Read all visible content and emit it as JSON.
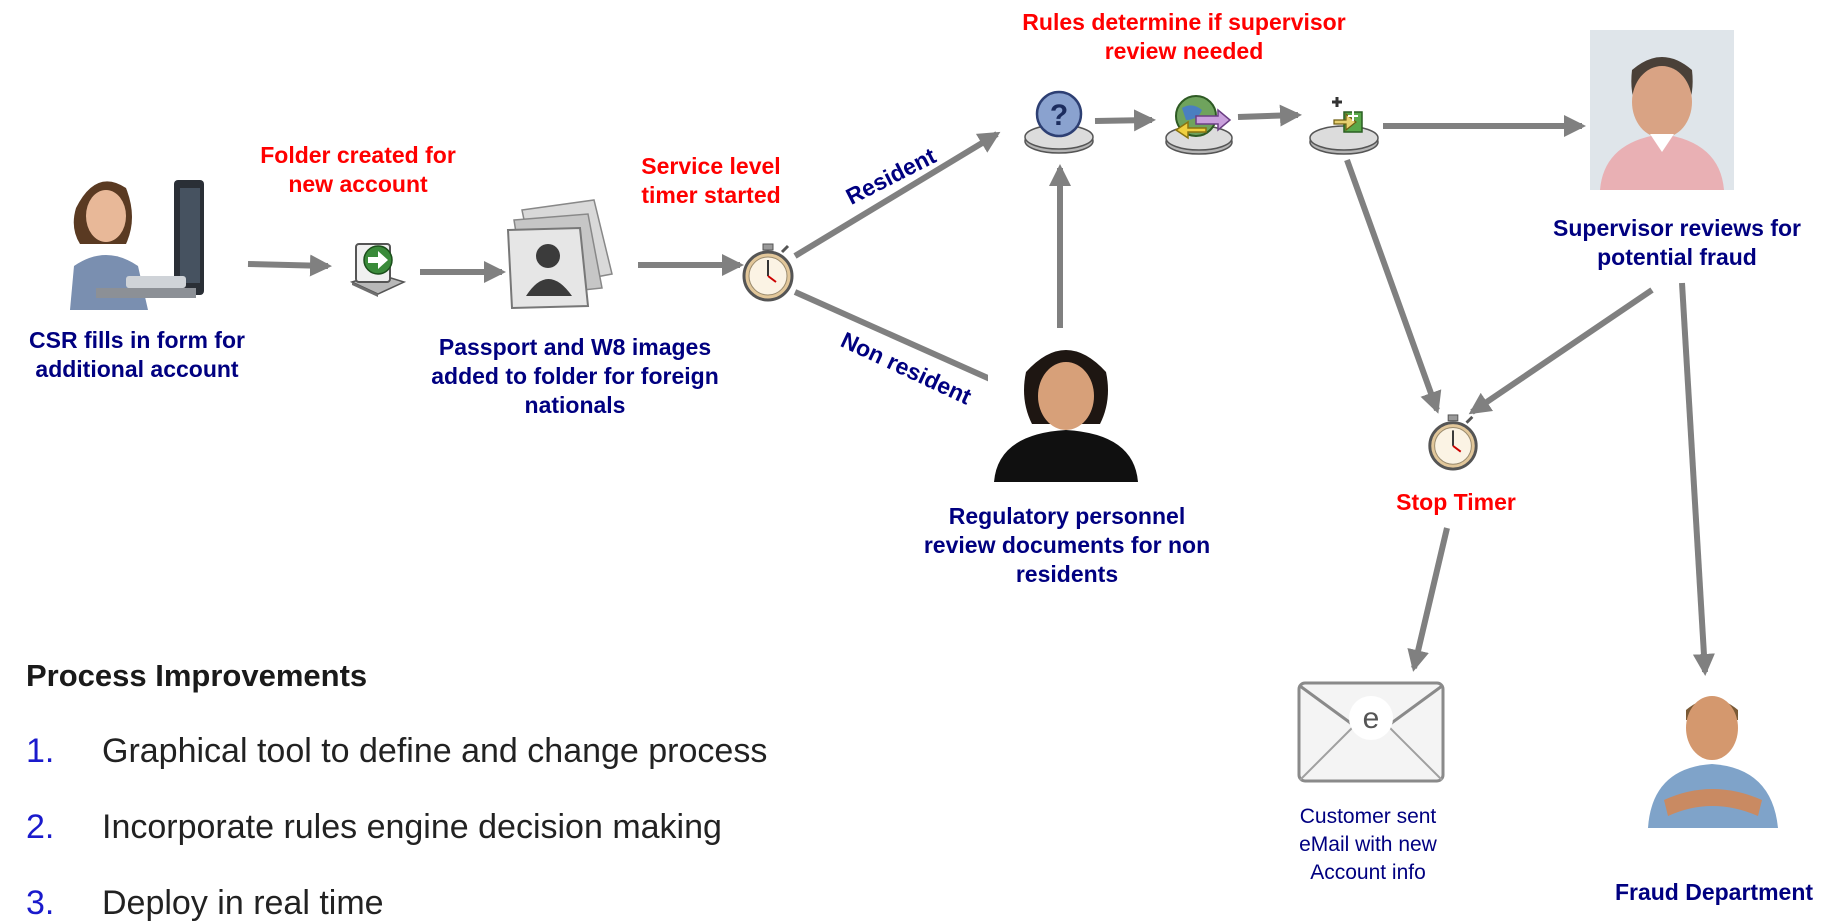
{
  "nodes": {
    "csr": {
      "label": "CSR fills in form for additional account"
    },
    "folder": {
      "label": "Folder created for new account"
    },
    "images": {
      "label": "Passport and W8 images added to folder for foreign nationals"
    },
    "timer_start": {
      "label": "Service level timer started"
    },
    "rules": {
      "label": "Rules determine if supervisor review needed"
    },
    "regulatory": {
      "label": "Regulatory personnel review documents for non residents"
    },
    "supervisor": {
      "label": "Supervisor reviews for potential fraud"
    },
    "stop_timer": {
      "label": "Stop Timer"
    },
    "email": {
      "label": "Customer sent eMail with new Account info"
    },
    "fraud": {
      "label": "Fraud Department"
    }
  },
  "edge_labels": {
    "resident": "Resident",
    "non_resident": "Non resident"
  },
  "improvements": {
    "title": "Process Improvements",
    "items": [
      {
        "num": "1.",
        "text": "Graphical tool to define and change process"
      },
      {
        "num": "2.",
        "text": "Incorporate rules engine decision making"
      },
      {
        "num": "3.",
        "text": "Deploy in real time"
      }
    ]
  },
  "colors": {
    "arrow": "#808080",
    "step_label": "#ff0000",
    "actor_label": "#000080",
    "list_number": "#1a1acc"
  },
  "icons": [
    "csr-photo",
    "import-icon",
    "folder-stack-icon",
    "stopwatch-icon",
    "question-icon",
    "globe-transfer-icon",
    "rule-node-icon",
    "supervisor-photo",
    "regulatory-photo",
    "envelope-icon",
    "fraud-photo"
  ]
}
